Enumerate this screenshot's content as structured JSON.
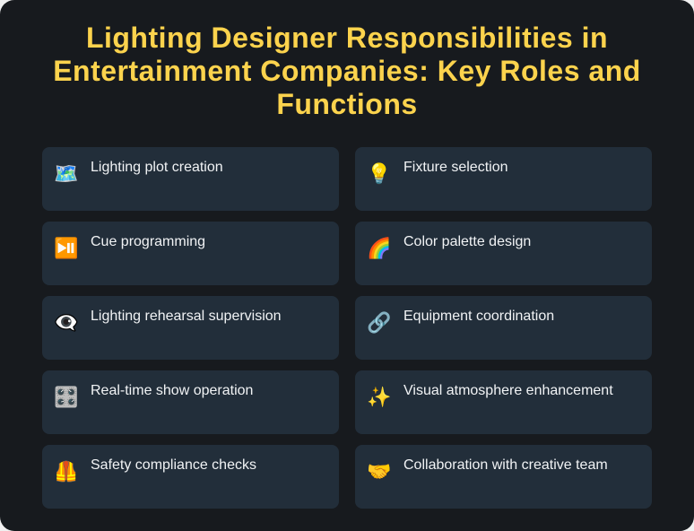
{
  "page": {
    "title": "Lighting Designer Responsibilities in Entertainment Companies: Key Roles and Functions",
    "title_lines": [
      "Lighting Designer Responsibilities in",
      "Entertainment Companies: Key Roles and",
      "Functions"
    ]
  },
  "colors": {
    "background": "#171a1e",
    "card": "#222e3a",
    "title": "#fcd34d",
    "text": "#f1f3f5"
  },
  "items": [
    {
      "label": "Lighting plot creation",
      "icon": "world-map-icon",
      "glyph": "🗺️"
    },
    {
      "label": "Fixture selection",
      "icon": "light-bulb-icon",
      "glyph": "💡"
    },
    {
      "label": "Cue programming",
      "icon": "play-pause-icon",
      "glyph": "⏯️"
    },
    {
      "label": "Color palette design",
      "icon": "rainbow-icon",
      "glyph": "🌈"
    },
    {
      "label": "Lighting rehearsal supervision",
      "icon": "eye-speech-bubble-icon",
      "glyph": "👁️‍🗨️"
    },
    {
      "label": "Equipment coordination",
      "icon": "link-icon",
      "glyph": "🔗"
    },
    {
      "label": "Real-time show operation",
      "icon": "control-knobs-icon",
      "glyph": "🎛️"
    },
    {
      "label": "Visual atmosphere enhancement",
      "icon": "sparkles-icon",
      "glyph": "✨"
    },
    {
      "label": "Safety compliance checks",
      "icon": "safety-vest-icon",
      "glyph": "🦺"
    },
    {
      "label": "Collaboration with creative team",
      "icon": "handshake-icon",
      "glyph": "🤝"
    }
  ]
}
